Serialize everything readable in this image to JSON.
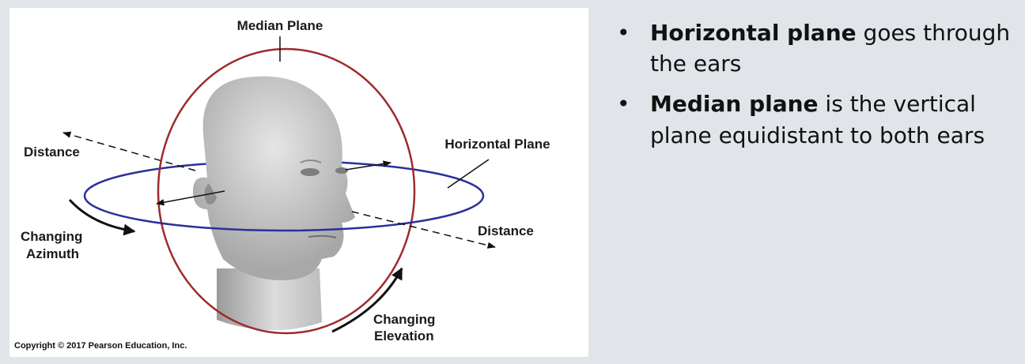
{
  "figure": {
    "labels": {
      "median_plane": "Median Plane",
      "horizontal_plane": "Horizontal Plane",
      "distance_left": "Distance",
      "distance_right": "Distance",
      "changing_azimuth_1": "Changing",
      "changing_azimuth_2": "Azimuth",
      "changing_elevation_1": "Changing",
      "changing_elevation_2": "Elevation"
    },
    "copyright": "Copyright © 2017 Pearson Education, Inc.",
    "colors": {
      "median_circle": "#9e2a2b",
      "horizontal_ellipse": "#2b2f9a"
    }
  },
  "bullets": [
    {
      "marker": "•",
      "bold": "Horizontal plane",
      "rest": " goes through the ears"
    },
    {
      "marker": "•",
      "bold": "Median plane",
      "rest": " is the vertical plane equidistant to both ears"
    }
  ]
}
